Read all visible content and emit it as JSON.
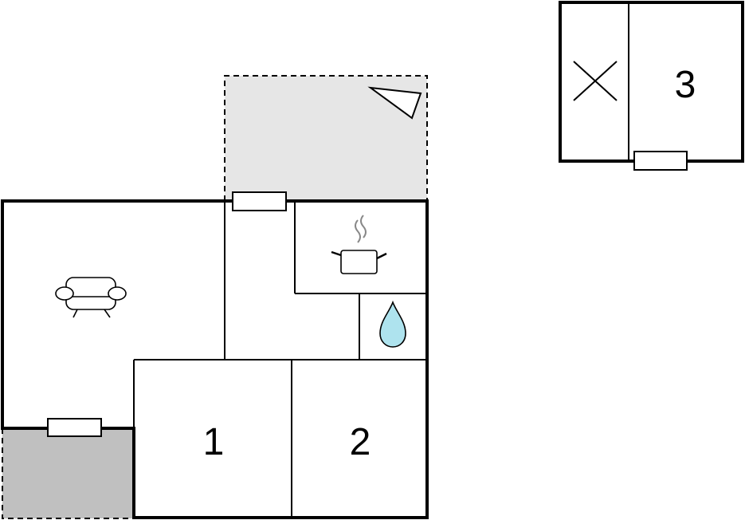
{
  "floorplan": {
    "rooms": [
      {
        "label": "1"
      },
      {
        "label": "2"
      },
      {
        "label": "3"
      }
    ],
    "icons": {
      "living": "sofa-icon",
      "kitchen": "cooking-pot-icon",
      "bathroom": "water-drop-icon",
      "storage": "cross-icon",
      "terrace": "compass-arrow-icon"
    },
    "colors": {
      "terrace": "#e6e6e6",
      "patio": "#c0c0c0",
      "water": "#aee3ee",
      "wall": "#000000",
      "steam": "#888888"
    }
  }
}
